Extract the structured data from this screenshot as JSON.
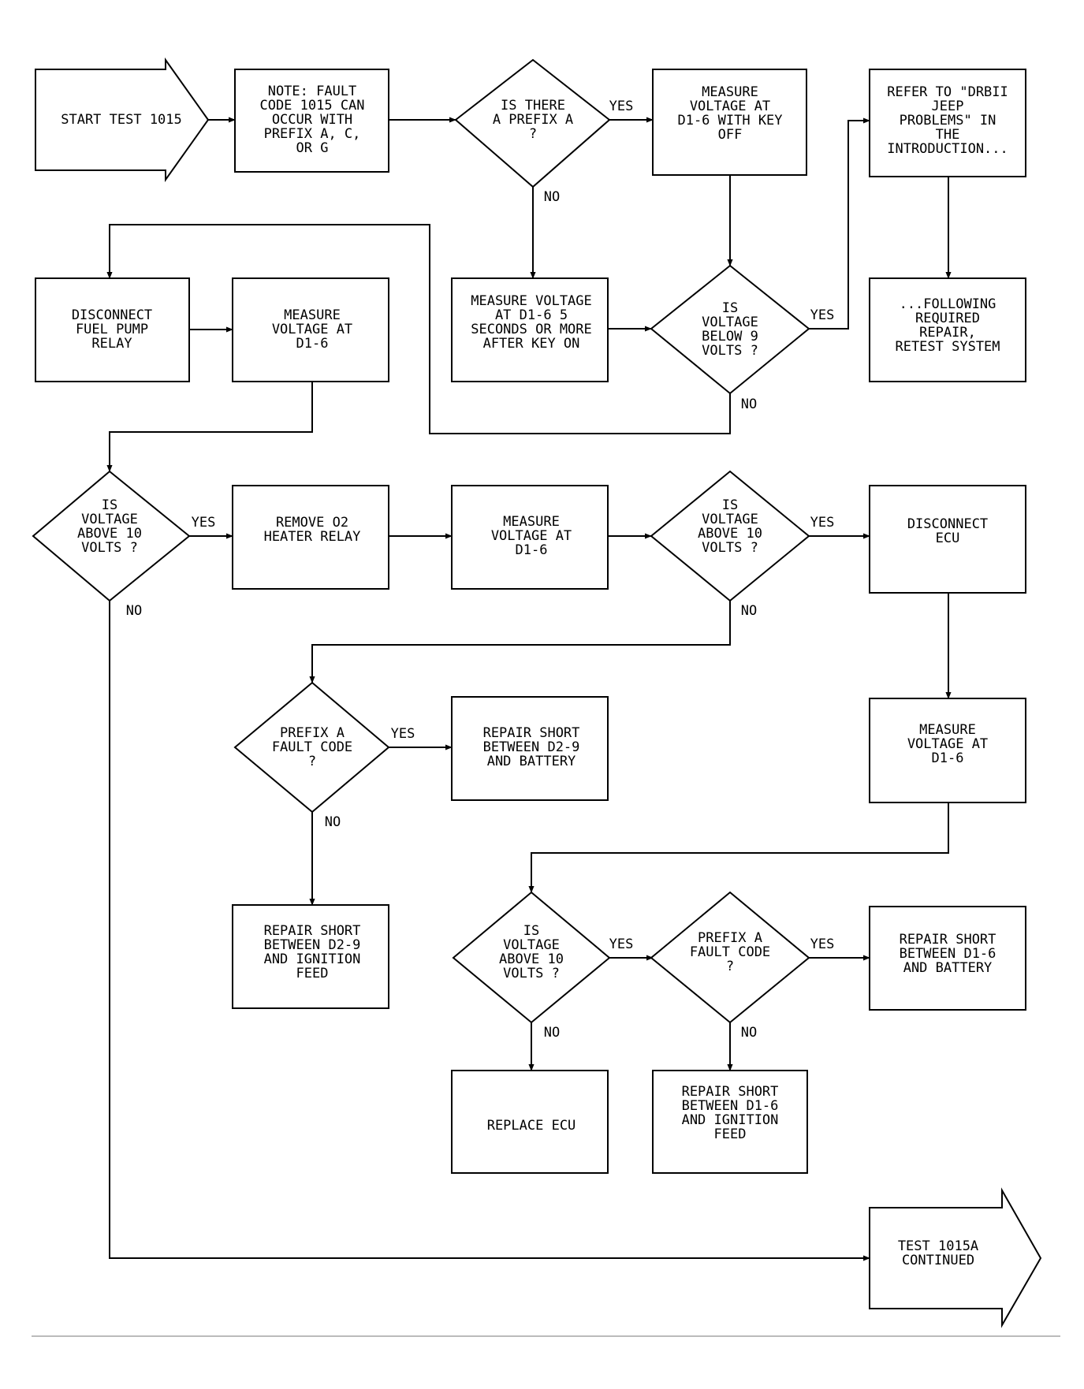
{
  "nodes": {
    "start": [
      "START TEST 1015"
    ],
    "note": [
      "NOTE: FAULT",
      "CODE 1015 CAN",
      "OCCUR WITH",
      "PREFIX A, C,",
      "OR G"
    ],
    "q_prefix_a": [
      "IS THERE",
      "A PREFIX A",
      "?"
    ],
    "measure_key_off": [
      "MEASURE",
      "VOLTAGE AT",
      "D1-6 WITH KEY",
      "OFF"
    ],
    "refer_drbii": [
      "REFER TO \"DRBII",
      "JEEP",
      "PROBLEMS\" IN",
      "THE",
      "INTRODUCTION..."
    ],
    "following_repair": [
      "...FOLLOWING",
      "REQUIRED",
      "REPAIR,",
      "RETEST SYSTEM"
    ],
    "disconnect_fuel_pump": [
      "DISCONNECT",
      "FUEL PUMP",
      "RELAY"
    ],
    "measure_d16_a": [
      "MEASURE",
      "VOLTAGE AT",
      "D1-6"
    ],
    "measure_key_on": [
      "MEASURE VOLTAGE",
      "AT D1-6 5",
      "SECONDS OR MORE",
      "AFTER KEY ON"
    ],
    "q_below_9": [
      "IS",
      "VOLTAGE",
      "BELOW 9",
      "VOLTS ?"
    ],
    "q_above_10_a": [
      "IS",
      "VOLTAGE",
      "ABOVE 10",
      "VOLTS ?"
    ],
    "remove_o2": [
      "REMOVE O2",
      "HEATER RELAY"
    ],
    "measure_d16_b": [
      "MEASURE",
      "VOLTAGE AT",
      "D1-6"
    ],
    "q_above_10_b": [
      "IS",
      "VOLTAGE",
      "ABOVE 10",
      "VOLTS ?"
    ],
    "disconnect_ecu": [
      "DISCONNECT",
      "ECU"
    ],
    "q_prefix_fault_a": [
      "PREFIX A",
      "FAULT CODE",
      "?"
    ],
    "repair_d29_battery": [
      "REPAIR SHORT",
      "BETWEEN D2-9",
      "AND BATTERY"
    ],
    "measure_d16_c": [
      "MEASURE",
      "VOLTAGE AT",
      "D1-6"
    ],
    "repair_d29_ignition": [
      "REPAIR SHORT",
      "BETWEEN D2-9",
      "AND IGNITION",
      "FEED"
    ],
    "q_above_10_c": [
      "IS",
      "VOLTAGE",
      "ABOVE 10",
      "VOLTS ?"
    ],
    "q_prefix_fault_b": [
      "PREFIX A",
      "FAULT CODE",
      "?"
    ],
    "repair_d16_battery": [
      "REPAIR SHORT",
      "BETWEEN D1-6",
      "AND BATTERY"
    ],
    "replace_ecu": [
      "REPLACE ECU"
    ],
    "repair_d16_ignition": [
      "REPAIR SHORT",
      "BETWEEN D1-6",
      "AND IGNITION",
      "FEED"
    ],
    "continued": [
      "TEST 1015A",
      "CONTINUED"
    ]
  },
  "labels": {
    "yes": "YES",
    "no": "NO"
  }
}
